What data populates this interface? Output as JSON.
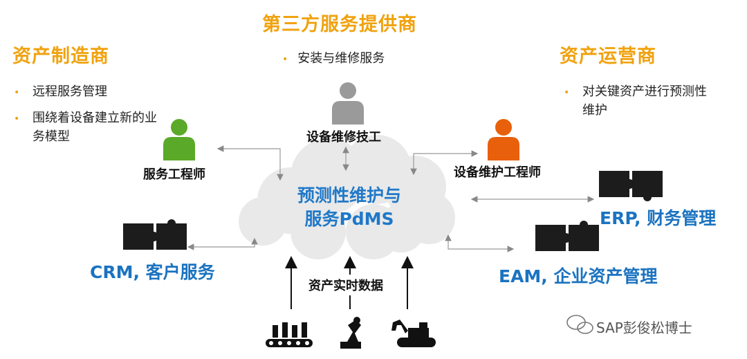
{
  "third_party": {
    "title": "第三方服务提供商",
    "bullet": "安装与维修服务"
  },
  "manufacturer": {
    "title": "资产制造商",
    "bullets": [
      "远程服务管理",
      "围绕着设备建立新的业务模型"
    ]
  },
  "operator": {
    "title": "资产运营商",
    "bullet": "对关键资产进行预测性维护"
  },
  "roles": {
    "technician": "设备维修技工",
    "service_engineer": "服务工程师",
    "maintenance_engineer": "设备维护工程师"
  },
  "center": {
    "line1": "预测性维护与",
    "line2": "服务PdMS"
  },
  "systems": {
    "crm": "CRM, 客户服务",
    "erp": "ERP, 财务管理",
    "eam": "EAM, 企业资产管理"
  },
  "data_label": "资产实时数据",
  "watermark": "SAP彭俊松博士",
  "colors": {
    "accent": "#f0a20f",
    "blue": "#1b73c0",
    "green": "#5aa928",
    "orange": "#e8600c",
    "gray": "#9a9a9a"
  }
}
